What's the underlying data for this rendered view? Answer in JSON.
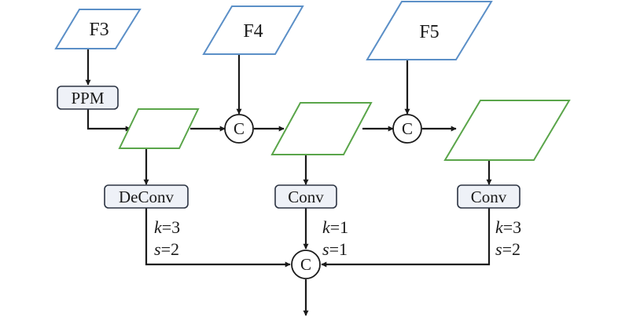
{
  "inputs": {
    "f3": "F3",
    "f4": "F4",
    "f5": "F5"
  },
  "operations": {
    "ppm": "PPM",
    "deconv": "DeConv",
    "conv_middle": "Conv",
    "conv_right": "Conv"
  },
  "concat_symbol": "C",
  "params": {
    "left": {
      "k_key": "k",
      "k_value": "=3",
      "s_key": "s",
      "s_value": "=2"
    },
    "middle": {
      "k_key": "k",
      "k_value": "=1",
      "s_key": "s",
      "s_value": "=1"
    },
    "right": {
      "k_key": "k",
      "k_value": "=3",
      "s_key": "s",
      "s_value": "=2"
    }
  },
  "colors": {
    "input_feature_border": "#5b8fc7",
    "intermediate_feature_border": "#5aa54a",
    "operation_fill": "#eef1f7",
    "edge": "#1a1a1a"
  }
}
